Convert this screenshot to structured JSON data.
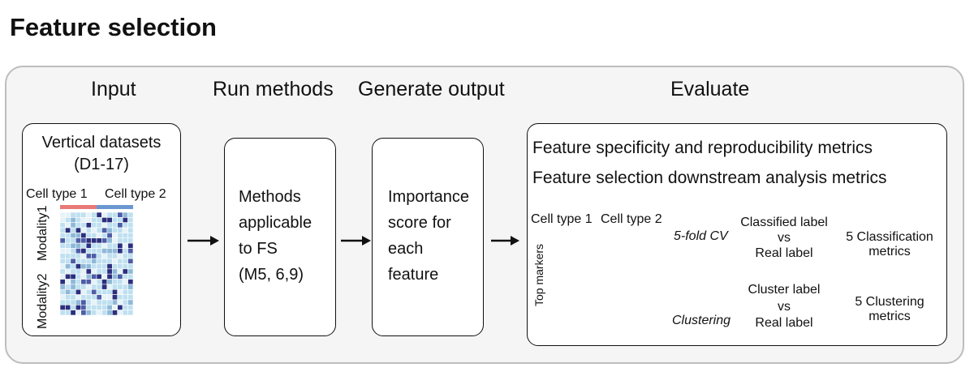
{
  "title": "Feature selection",
  "steps": {
    "input": "Input",
    "run": "Run methods",
    "generate": "Generate output",
    "evaluate": "Evaluate"
  },
  "input_box": {
    "line1": "Vertical datasets",
    "line2": "(D1-17)",
    "cell_type_1": "Cell type 1",
    "cell_type_2": "Cell type 2",
    "modality1": "Modality1",
    "modality2": "Modality2"
  },
  "methods_box": {
    "line1": "Methods",
    "line2": "applicable",
    "line3": "to FS",
    "line4": "(M5, 6,9)"
  },
  "output_box": {
    "line1": "Importance",
    "line2": "score for",
    "line3": "each",
    "line4": "feature"
  },
  "evaluate_box": {
    "metric1": "Feature specificity and reproducibility metrics",
    "metric2": "Feature selection downstream analysis metrics",
    "cell_type_1": "Cell type 1",
    "cell_type_2": "Cell type 2",
    "top_markers": "Top markers",
    "cv_label": "5-fold CV",
    "clustering_label": "Clustering",
    "classified_label": "Classified label",
    "vs1": "vs",
    "real_label_1": "Real label",
    "cluster_label": "Cluster label",
    "vs2": "vs",
    "real_label_2": "Real label",
    "classification_metrics_1": "5 Classification",
    "classification_metrics_2": "metrics",
    "clustering_metrics_1": "5 Clustering",
    "clustering_metrics_2": "metrics"
  },
  "colors": {
    "cell_type_1_bar": "#e87a78",
    "cell_type_2_bar": "#6a97d1",
    "dark_blue": "#2b2f7e",
    "light_blue": "#bfe0f0",
    "panel_bg": "#f5f5f5"
  }
}
